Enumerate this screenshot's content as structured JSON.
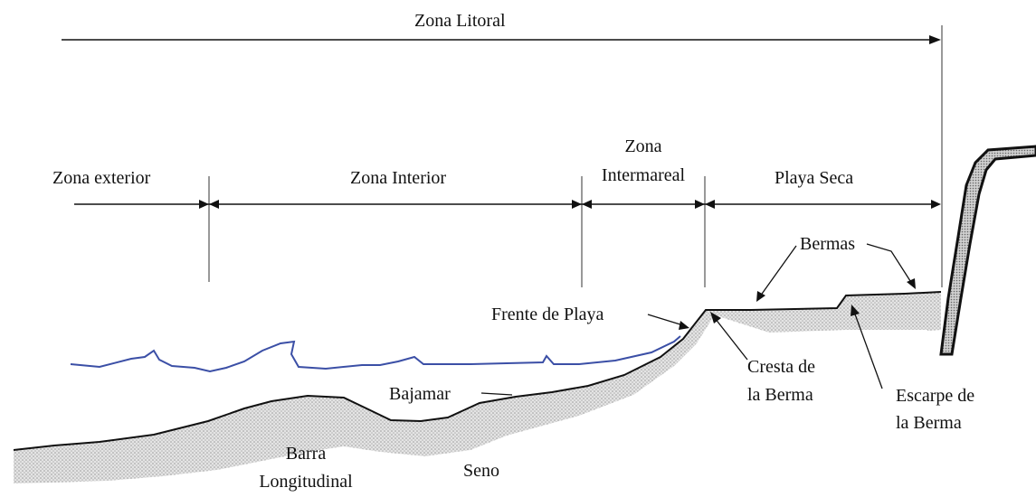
{
  "labels": {
    "zona_litoral": "Zona Litoral",
    "zona_exterior": "Zona exterior",
    "zona_interior": "Zona Interior",
    "zona_intermareal_1": "Zona",
    "zona_intermareal_2": "Intermareal",
    "playa_seca": "Playa Seca",
    "bermas": "Bermas",
    "frente_de_playa": "Frente de Playa",
    "cresta_1": "Cresta de",
    "cresta_2": "la Berma",
    "escarpe_1": "Escarpe de",
    "escarpe_2": "la Berma",
    "bajamar": "Bajamar",
    "barra_1": "Barra",
    "barra_2": "Longitudinal",
    "seno": "Seno"
  },
  "colors": {
    "water_line": "#3b4fa6",
    "sediment_fill": "#d8d8d8",
    "profile_line": "#111111",
    "cliff": "#111111"
  }
}
